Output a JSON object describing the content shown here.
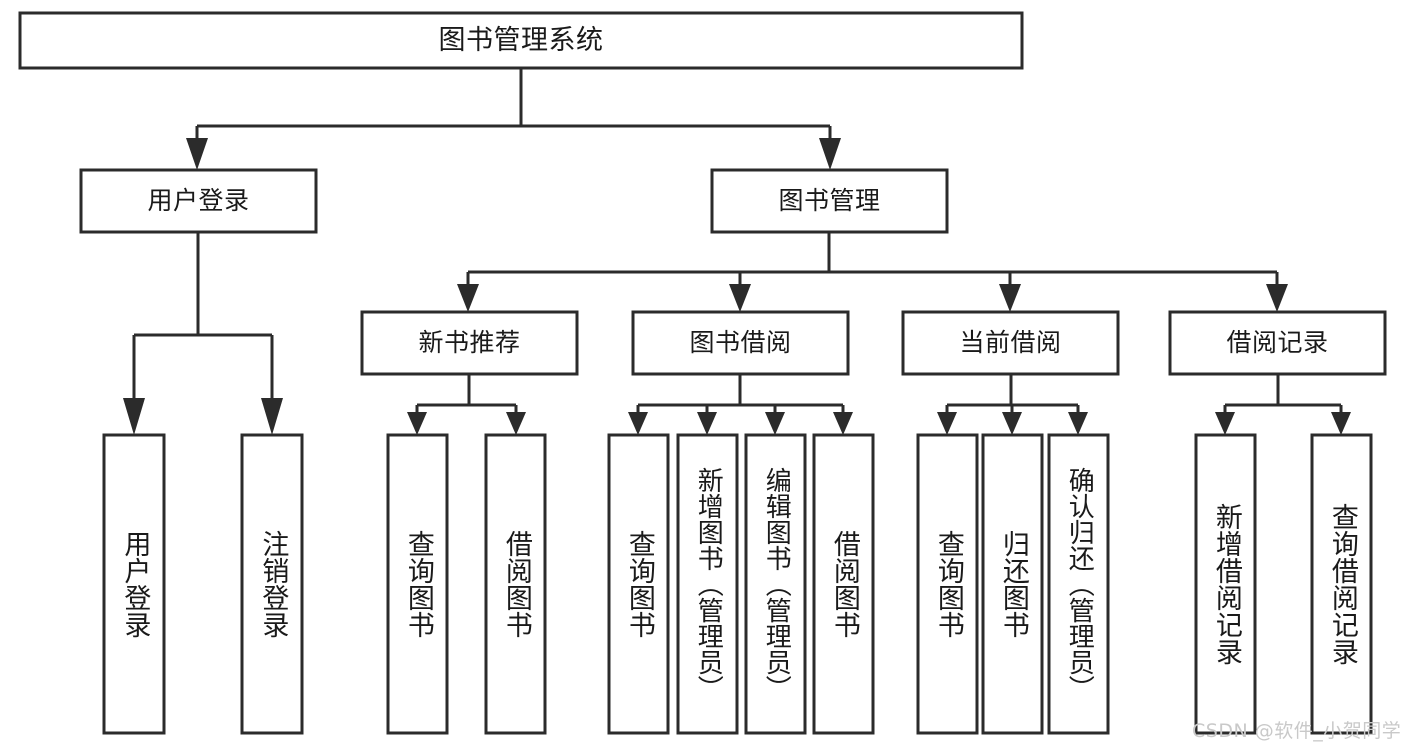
{
  "diagram": {
    "type": "tree-hierarchy-flowchart",
    "title": "图书管理系统",
    "root": {
      "id": "root",
      "label": "图书管理系统",
      "orientation": "horizontal"
    },
    "level2": [
      {
        "id": "user-login",
        "label": "用户登录",
        "orientation": "horizontal"
      },
      {
        "id": "book-manage",
        "label": "图书管理",
        "orientation": "horizontal"
      }
    ],
    "level3": [
      {
        "id": "new-book-recommend",
        "label": "新书推荐",
        "orientation": "horizontal",
        "parent": "book-manage"
      },
      {
        "id": "book-borrow",
        "label": "图书借阅",
        "orientation": "horizontal",
        "parent": "book-manage"
      },
      {
        "id": "current-borrow",
        "label": "当前借阅",
        "orientation": "horizontal",
        "parent": "book-manage"
      },
      {
        "id": "borrow-record",
        "label": "借阅记录",
        "orientation": "horizontal",
        "parent": "book-manage"
      }
    ],
    "leaves": [
      {
        "id": "leaf-user-login",
        "label": "用户登录",
        "orientation": "vertical",
        "parent": "user-login"
      },
      {
        "id": "leaf-user-logout",
        "label": "注销登录",
        "orientation": "vertical",
        "parent": "user-login"
      },
      {
        "id": "leaf-query-book-1",
        "label": "查询图书",
        "orientation": "vertical",
        "parent": "new-book-recommend"
      },
      {
        "id": "leaf-borrow-book-1",
        "label": "借阅图书",
        "orientation": "vertical",
        "parent": "new-book-recommend"
      },
      {
        "id": "leaf-query-book-2",
        "label": "查询图书",
        "orientation": "vertical",
        "parent": "book-borrow"
      },
      {
        "id": "leaf-add-book",
        "label": "新增图书（管理员）",
        "orientation": "vertical",
        "parent": "book-borrow"
      },
      {
        "id": "leaf-edit-book",
        "label": "编辑图书（管理员）",
        "orientation": "vertical",
        "parent": "book-borrow"
      },
      {
        "id": "leaf-borrow-book-2",
        "label": "借阅图书",
        "orientation": "vertical",
        "parent": "book-borrow"
      },
      {
        "id": "leaf-query-book-3",
        "label": "查询图书",
        "orientation": "vertical",
        "parent": "current-borrow"
      },
      {
        "id": "leaf-return-book",
        "label": "归还图书",
        "orientation": "vertical",
        "parent": "current-borrow"
      },
      {
        "id": "leaf-confirm-return",
        "label": "确认归还（管理员）",
        "orientation": "vertical",
        "parent": "current-borrow"
      },
      {
        "id": "leaf-add-record",
        "label": "新增借阅记录",
        "orientation": "vertical",
        "parent": "borrow-record"
      },
      {
        "id": "leaf-query-record",
        "label": "查询借阅记录",
        "orientation": "vertical",
        "parent": "borrow-record"
      }
    ]
  },
  "watermark": {
    "text": "CSDN @软件_小贺同学"
  },
  "colors": {
    "stroke": "#2b2b2b",
    "fill": "#ffffff",
    "text": "#1a1a1a",
    "watermark": "#c9c9c9",
    "background": "#ffffff"
  }
}
